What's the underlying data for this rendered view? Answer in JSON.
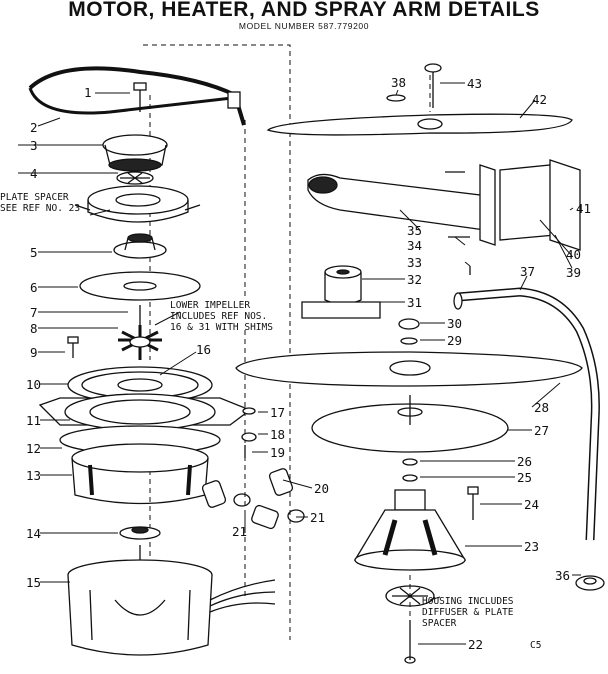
{
  "header": {
    "title": "MOTOR, HEATER, AND SPRAY ARM DETAILS",
    "model": "MODEL NUMBER 587.779200"
  },
  "callouts": [
    "1",
    "2",
    "3",
    "4",
    "5",
    "6",
    "7",
    "8",
    "9",
    "10",
    "11",
    "12",
    "13",
    "14",
    "15",
    "16",
    "17",
    "18",
    "19",
    "20",
    "21",
    "21",
    "22",
    "23",
    "24",
    "25",
    "26",
    "27",
    "28",
    "29",
    "30",
    "31",
    "32",
    "33",
    "34",
    "35",
    "36",
    "37",
    "38",
    "39",
    "40",
    "41",
    "42",
    "43"
  ],
  "notes": {
    "plate_spacer": "PLATE SPACER\nSEE REF NO. 23",
    "lower_impeller": "LOWER IMPELLER\nINCLUDES REF NOS.\n16 & 31 WITH SHIMS",
    "housing": "HOUSING INCLUDES\nDIFFUSER & PLATE\nSPACER"
  },
  "footer_code": "C5"
}
